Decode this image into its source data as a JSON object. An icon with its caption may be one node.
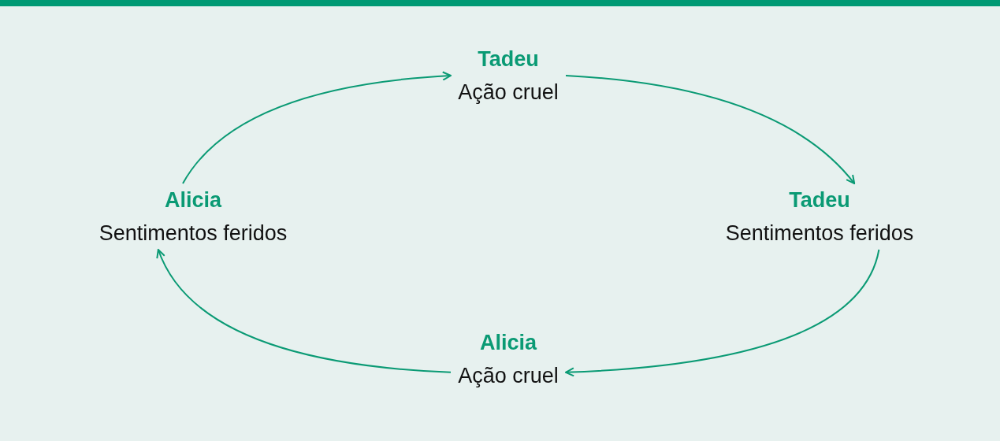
{
  "diagram": {
    "nodes": [
      {
        "text": [
          "Tadeu",
          "Ação cruel"
        ]
      },
      {
        "text": [
          "Tadeu",
          "Sentimentos feridos"
        ]
      },
      {
        "text": [
          "Alicia",
          "Ação cruel"
        ]
      },
      {
        "text": [
          "Alicia",
          "Sentimentos feridos"
        ]
      }
    ],
    "edges": [
      {
        "from": 3,
        "to": 0,
        "arrow": "to"
      },
      {
        "from": 0,
        "to": 1,
        "arrow": "to"
      },
      {
        "from": 1,
        "to": 2,
        "arrow": "to"
      },
      {
        "from": 2,
        "to": 3,
        "arrow": "to"
      }
    ]
  }
}
